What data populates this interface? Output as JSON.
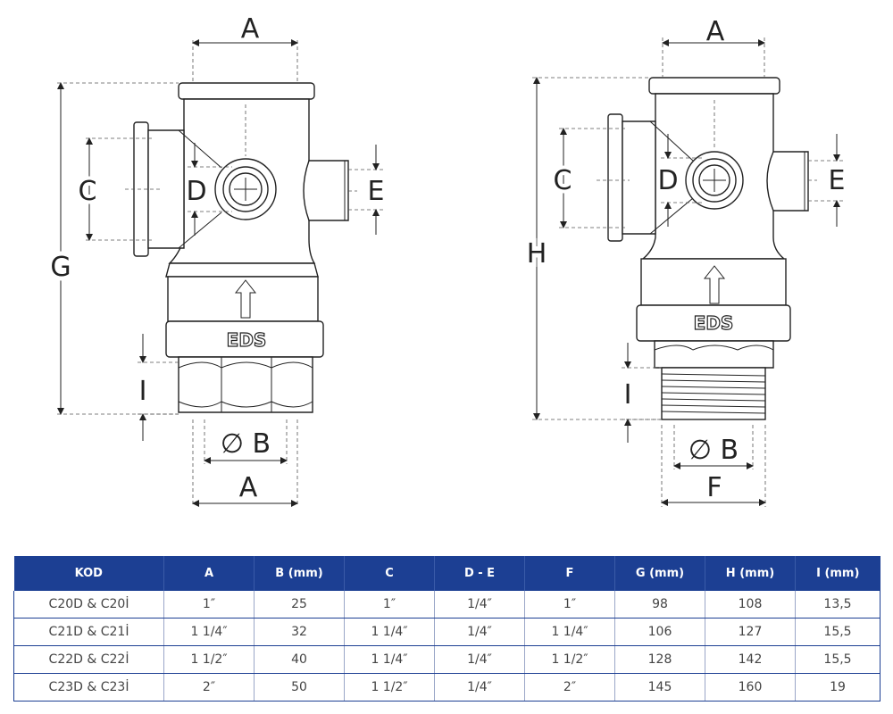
{
  "drawing": {
    "left": {
      "top_dim": "A",
      "side_left_dim": "C",
      "center_dim": "D",
      "side_right_dim": "E",
      "height_dim": "G",
      "thread_dim": "I",
      "bore_dim": "∅ B",
      "bottom_dim": "A",
      "logo": "EDS"
    },
    "right": {
      "top_dim": "A",
      "side_left_dim": "C",
      "center_dim": "D",
      "side_right_dim": "E",
      "height_dim": "H",
      "thread_dim": "I",
      "bore_dim": "∅ B",
      "bottom_dim": "F",
      "logo": "EDS"
    }
  },
  "table": {
    "headers": [
      "KOD",
      "A",
      "B (mm)",
      "C",
      "D - E",
      "F",
      "G (mm)",
      "H (mm)",
      "I (mm)"
    ],
    "rows": [
      [
        "C20D & C20İ",
        "1″",
        "25",
        "1″",
        "1/4″",
        "1″",
        "98",
        "108",
        "13,5"
      ],
      [
        "C21D & C21İ",
        "1 1/4″",
        "32",
        "1 1/4″",
        "1/4″",
        "1 1/4″",
        "106",
        "127",
        "15,5"
      ],
      [
        "C22D & C22İ",
        "1 1/2″",
        "40",
        "1 1/4″",
        "1/4″",
        "1 1/2″",
        "128",
        "142",
        "15,5"
      ],
      [
        "C23D & C23İ",
        "2″",
        "50",
        "1 1/2″",
        "1/4″",
        "2″",
        "145",
        "160",
        "19"
      ]
    ]
  }
}
